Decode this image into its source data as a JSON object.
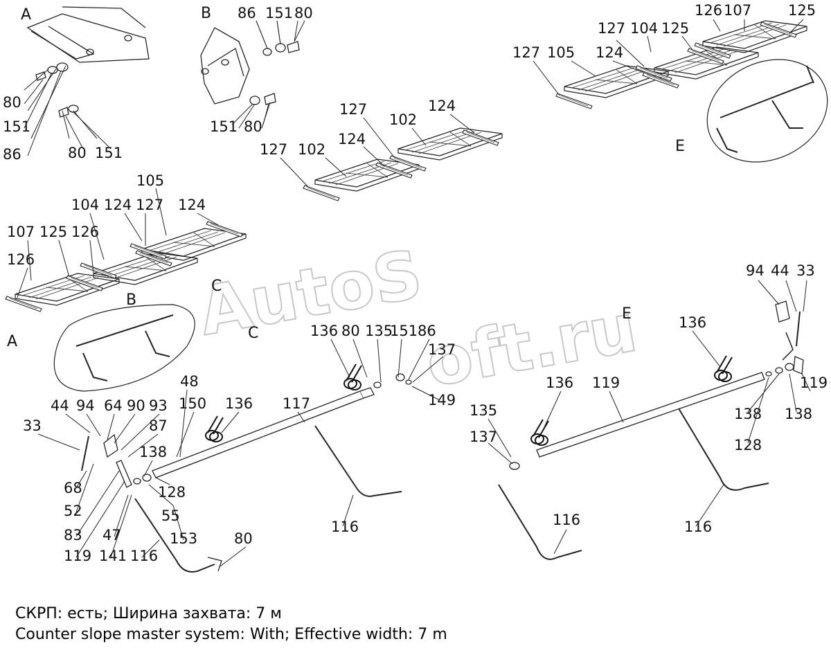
{
  "watermark": [
    "AutoS",
    "oft.ru"
  ],
  "views": {
    "a_top": "A",
    "b_top": "B",
    "a_mid": "A",
    "b_mid": "B",
    "c_circle": "C",
    "c_big": "C",
    "e_circle": "E",
    "e_big": "E"
  },
  "callouts": [
    {
      "id": "a80a",
      "text": "80"
    },
    {
      "id": "a151a",
      "text": "151"
    },
    {
      "id": "a86",
      "text": "86"
    },
    {
      "id": "a80b",
      "text": "80"
    },
    {
      "id": "a151b",
      "text": "151"
    },
    {
      "id": "b86",
      "text": "86"
    },
    {
      "id": "b151a",
      "text": "151"
    },
    {
      "id": "b80a",
      "text": "80"
    },
    {
      "id": "b151b",
      "text": "151"
    },
    {
      "id": "b80b",
      "text": "80"
    },
    {
      "id": "m127",
      "text": "127"
    },
    {
      "id": "m124",
      "text": "124"
    },
    {
      "id": "m102",
      "text": "102"
    },
    {
      "id": "m124b",
      "text": "124"
    },
    {
      "id": "m127b",
      "text": "127"
    },
    {
      "id": "m102b",
      "text": "102"
    },
    {
      "id": "r127a",
      "text": "127"
    },
    {
      "id": "r104",
      "text": "104"
    },
    {
      "id": "r125a",
      "text": "125"
    },
    {
      "id": "r126",
      "text": "126"
    },
    {
      "id": "r107",
      "text": "107"
    },
    {
      "id": "r125b",
      "text": "125"
    },
    {
      "id": "r127b",
      "text": "127"
    },
    {
      "id": "r105",
      "text": "105"
    },
    {
      "id": "r124",
      "text": "124"
    },
    {
      "id": "l105",
      "text": "105"
    },
    {
      "id": "l104",
      "text": "104"
    },
    {
      "id": "l124a",
      "text": "124"
    },
    {
      "id": "l127",
      "text": "127"
    },
    {
      "id": "l124b",
      "text": "124"
    },
    {
      "id": "l107",
      "text": "107"
    },
    {
      "id": "l125",
      "text": "125"
    },
    {
      "id": "l126a",
      "text": "126"
    },
    {
      "id": "l126b",
      "text": "126"
    },
    {
      "id": "c136a",
      "text": "136"
    },
    {
      "id": "c80",
      "text": "80"
    },
    {
      "id": "c135",
      "text": "135"
    },
    {
      "id": "c151",
      "text": "151"
    },
    {
      "id": "c86",
      "text": "86"
    },
    {
      "id": "c137",
      "text": "137"
    },
    {
      "id": "c149",
      "text": "149"
    },
    {
      "id": "c48",
      "text": "48"
    },
    {
      "id": "c150",
      "text": "150"
    },
    {
      "id": "c136b",
      "text": "136"
    },
    {
      "id": "c117",
      "text": "117"
    },
    {
      "id": "c44",
      "text": "44"
    },
    {
      "id": "c94",
      "text": "94"
    },
    {
      "id": "c64",
      "text": "64"
    },
    {
      "id": "c90",
      "text": "90"
    },
    {
      "id": "c93",
      "text": "93"
    },
    {
      "id": "c87",
      "text": "87"
    },
    {
      "id": "c33",
      "text": "33"
    },
    {
      "id": "c138",
      "text": "138"
    },
    {
      "id": "c68",
      "text": "68"
    },
    {
      "id": "c128",
      "text": "128"
    },
    {
      "id": "c52",
      "text": "52"
    },
    {
      "id": "c55",
      "text": "55"
    },
    {
      "id": "c83",
      "text": "83"
    },
    {
      "id": "c47",
      "text": "47"
    },
    {
      "id": "c116a",
      "text": "116"
    },
    {
      "id": "c119",
      "text": "119"
    },
    {
      "id": "c141",
      "text": "141"
    },
    {
      "id": "c116b",
      "text": "116"
    },
    {
      "id": "c153",
      "text": "153"
    },
    {
      "id": "c80b",
      "text": "80"
    },
    {
      "id": "e94",
      "text": "94"
    },
    {
      "id": "e44",
      "text": "44"
    },
    {
      "id": "e33",
      "text": "33"
    },
    {
      "id": "e136a",
      "text": "136"
    },
    {
      "id": "e136b",
      "text": "136"
    },
    {
      "id": "e119a",
      "text": "119"
    },
    {
      "id": "e119b",
      "text": "119"
    },
    {
      "id": "e138a",
      "text": "138"
    },
    {
      "id": "e138b",
      "text": "138"
    },
    {
      "id": "e128",
      "text": "128"
    },
    {
      "id": "e135",
      "text": "135"
    },
    {
      "id": "e137",
      "text": "137"
    },
    {
      "id": "e116a",
      "text": "116"
    },
    {
      "id": "e116b",
      "text": "116"
    }
  ],
  "footer": {
    "line_ru": "СКРП: есть; Ширина захвата: 7 м",
    "line_en": "Counter slope master system: With; Effective width: 7 m"
  }
}
